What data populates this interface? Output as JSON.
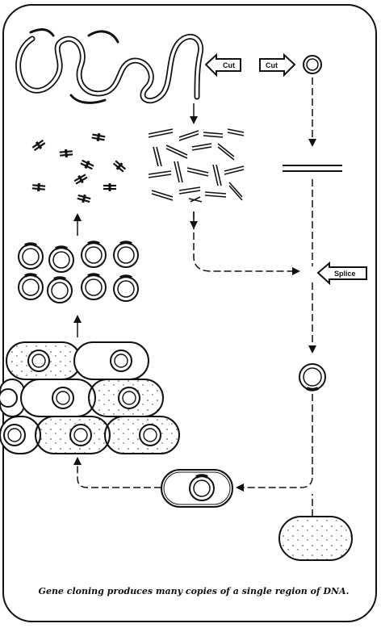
{
  "labels": {
    "cut_left": "Cut",
    "cut_right": "Cut",
    "splice": "Splice"
  },
  "caption": "Gene cloning produces many copies of a single region of DNA.",
  "colors": {
    "ink": "#111111",
    "paper": "#ffffff"
  }
}
